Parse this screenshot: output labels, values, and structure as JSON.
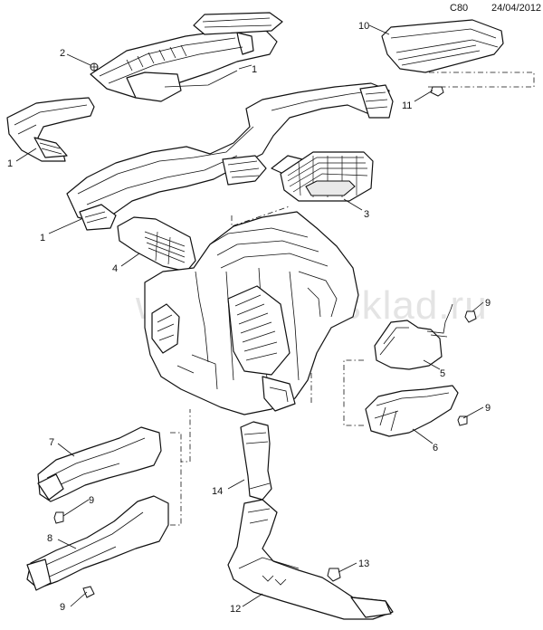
{
  "header": {
    "code": "C80",
    "date": "24/04/2012"
  },
  "watermark": "www.motorsklad.ru",
  "callouts": {
    "c1a": "1",
    "c1b": "1",
    "c1c": "1",
    "c2": "2",
    "c3": "3",
    "c4": "4",
    "c5": "5",
    "c6": "6",
    "c7": "7",
    "c8": "8",
    "c9a": "9",
    "c9b": "9",
    "c9c": "9",
    "c9d": "9",
    "c10": "10",
    "c11": "11",
    "c12": "12",
    "c13": "13",
    "c14": "14"
  },
  "icons": {
    "fastener": "screw-icon"
  }
}
